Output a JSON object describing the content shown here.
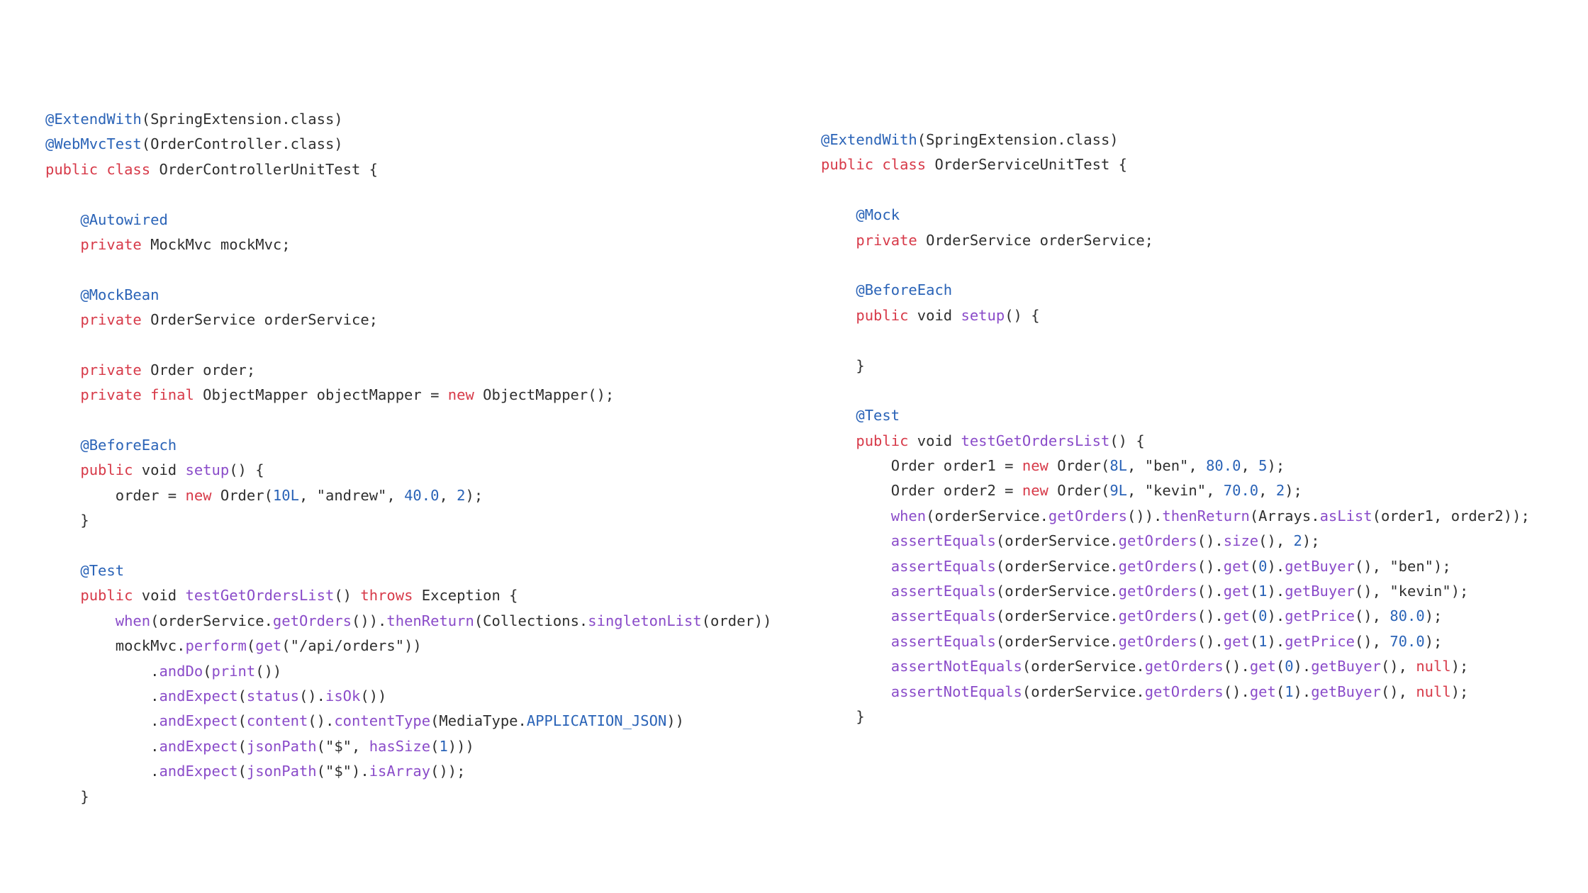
{
  "theme": {
    "background": "#ffffff",
    "plain": "#2f2f2f",
    "annotation": "#2a63b7",
    "keyword": "#d73a49",
    "method": "#8a4bc9",
    "number": "#2a63b7"
  },
  "panels": [
    {
      "id": "panel-left",
      "lines": [
        [
          [
            "annotation",
            "@ExtendWith"
          ],
          [
            "plain",
            "(SpringExtension.class)"
          ]
        ],
        [
          [
            "annotation",
            "@WebMvcTest"
          ],
          [
            "plain",
            "(OrderController.class)"
          ]
        ],
        [
          [
            "keyword",
            "public"
          ],
          [
            "plain",
            " "
          ],
          [
            "keyword",
            "class"
          ],
          [
            "plain",
            " OrderControllerUnitTest {"
          ]
        ],
        [],
        [
          [
            "plain",
            "    "
          ],
          [
            "annotation",
            "@Autowired"
          ]
        ],
        [
          [
            "plain",
            "    "
          ],
          [
            "keyword",
            "private"
          ],
          [
            "plain",
            " MockMvc mockMvc;"
          ]
        ],
        [],
        [
          [
            "plain",
            "    "
          ],
          [
            "annotation",
            "@MockBean"
          ]
        ],
        [
          [
            "plain",
            "    "
          ],
          [
            "keyword",
            "private"
          ],
          [
            "plain",
            " OrderService orderService;"
          ]
        ],
        [],
        [
          [
            "plain",
            "    "
          ],
          [
            "keyword",
            "private"
          ],
          [
            "plain",
            " Order order;"
          ]
        ],
        [
          [
            "plain",
            "    "
          ],
          [
            "keyword",
            "private"
          ],
          [
            "plain",
            " "
          ],
          [
            "keyword",
            "final"
          ],
          [
            "plain",
            " ObjectMapper objectMapper = "
          ],
          [
            "keyword",
            "new"
          ],
          [
            "plain",
            " ObjectMapper();"
          ]
        ],
        [],
        [
          [
            "plain",
            "    "
          ],
          [
            "annotation",
            "@BeforeEach"
          ]
        ],
        [
          [
            "plain",
            "    "
          ],
          [
            "keyword",
            "public"
          ],
          [
            "plain",
            " void "
          ],
          [
            "method",
            "setup"
          ],
          [
            "plain",
            "() {"
          ]
        ],
        [
          [
            "plain",
            "        order = "
          ],
          [
            "keyword",
            "new"
          ],
          [
            "plain",
            " Order("
          ],
          [
            "number",
            "10L"
          ],
          [
            "plain",
            ", "
          ],
          [
            "string",
            "\"andrew\""
          ],
          [
            "plain",
            ", "
          ],
          [
            "number",
            "40.0"
          ],
          [
            "plain",
            ", "
          ],
          [
            "number",
            "2"
          ],
          [
            "plain",
            ");"
          ]
        ],
        [
          [
            "plain",
            "    }"
          ]
        ],
        [],
        [
          [
            "plain",
            "    "
          ],
          [
            "annotation",
            "@Test"
          ]
        ],
        [
          [
            "plain",
            "    "
          ],
          [
            "keyword",
            "public"
          ],
          [
            "plain",
            " void "
          ],
          [
            "method",
            "testGetOrdersList"
          ],
          [
            "plain",
            "() "
          ],
          [
            "keyword",
            "throws"
          ],
          [
            "plain",
            " Exception {"
          ]
        ],
        [
          [
            "plain",
            "        "
          ],
          [
            "method",
            "when"
          ],
          [
            "plain",
            "(orderService."
          ],
          [
            "method",
            "getOrders"
          ],
          [
            "plain",
            "())."
          ],
          [
            "method",
            "thenReturn"
          ],
          [
            "plain",
            "(Collections."
          ],
          [
            "method",
            "singletonList"
          ],
          [
            "plain",
            "(order))"
          ]
        ],
        [
          [
            "plain",
            "        mockMvc."
          ],
          [
            "method",
            "perform"
          ],
          [
            "plain",
            "("
          ],
          [
            "method",
            "get"
          ],
          [
            "plain",
            "("
          ],
          [
            "string",
            "\"/api/orders\""
          ],
          [
            "plain",
            "))"
          ]
        ],
        [
          [
            "plain",
            "            ."
          ],
          [
            "method",
            "andDo"
          ],
          [
            "plain",
            "("
          ],
          [
            "method",
            "print"
          ],
          [
            "plain",
            "())"
          ]
        ],
        [
          [
            "plain",
            "            ."
          ],
          [
            "method",
            "andExpect"
          ],
          [
            "plain",
            "("
          ],
          [
            "method",
            "status"
          ],
          [
            "plain",
            "()."
          ],
          [
            "method",
            "isOk"
          ],
          [
            "plain",
            "())"
          ]
        ],
        [
          [
            "plain",
            "            ."
          ],
          [
            "method",
            "andExpect"
          ],
          [
            "plain",
            "("
          ],
          [
            "method",
            "content"
          ],
          [
            "plain",
            "()."
          ],
          [
            "method",
            "contentType"
          ],
          [
            "plain",
            "(MediaType."
          ],
          [
            "constant",
            "APPLICATION_JSON"
          ],
          [
            "plain",
            "))"
          ]
        ],
        [
          [
            "plain",
            "            ."
          ],
          [
            "method",
            "andExpect"
          ],
          [
            "plain",
            "("
          ],
          [
            "method",
            "jsonPath"
          ],
          [
            "plain",
            "("
          ],
          [
            "string",
            "\"$\""
          ],
          [
            "plain",
            ", "
          ],
          [
            "method",
            "hasSize"
          ],
          [
            "plain",
            "("
          ],
          [
            "number",
            "1"
          ],
          [
            "plain",
            ")))"
          ]
        ],
        [
          [
            "plain",
            "            ."
          ],
          [
            "method",
            "andExpect"
          ],
          [
            "plain",
            "("
          ],
          [
            "method",
            "jsonPath"
          ],
          [
            "plain",
            "("
          ],
          [
            "string",
            "\"$\""
          ],
          [
            "plain",
            ")."
          ],
          [
            "method",
            "isArray"
          ],
          [
            "plain",
            "());"
          ]
        ],
        [
          [
            "plain",
            "    }"
          ]
        ]
      ]
    },
    {
      "id": "panel-right",
      "lines": [
        [
          [
            "annotation",
            "@ExtendWith"
          ],
          [
            "plain",
            "(SpringExtension.class)"
          ]
        ],
        [
          [
            "keyword",
            "public"
          ],
          [
            "plain",
            " "
          ],
          [
            "keyword",
            "class"
          ],
          [
            "plain",
            " OrderServiceUnitTest {"
          ]
        ],
        [],
        [
          [
            "plain",
            "    "
          ],
          [
            "annotation",
            "@Mock"
          ]
        ],
        [
          [
            "plain",
            "    "
          ],
          [
            "keyword",
            "private"
          ],
          [
            "plain",
            " OrderService orderService;"
          ]
        ],
        [],
        [
          [
            "plain",
            "    "
          ],
          [
            "annotation",
            "@BeforeEach"
          ]
        ],
        [
          [
            "plain",
            "    "
          ],
          [
            "keyword",
            "public"
          ],
          [
            "plain",
            " void "
          ],
          [
            "method",
            "setup"
          ],
          [
            "plain",
            "() {"
          ]
        ],
        [],
        [
          [
            "plain",
            "    }"
          ]
        ],
        [],
        [
          [
            "plain",
            "    "
          ],
          [
            "annotation",
            "@Test"
          ]
        ],
        [
          [
            "plain",
            "    "
          ],
          [
            "keyword",
            "public"
          ],
          [
            "plain",
            " void "
          ],
          [
            "method",
            "testGetOrdersList"
          ],
          [
            "plain",
            "() {"
          ]
        ],
        [
          [
            "plain",
            "        Order order1 = "
          ],
          [
            "keyword",
            "new"
          ],
          [
            "plain",
            " Order("
          ],
          [
            "number",
            "8L"
          ],
          [
            "plain",
            ", "
          ],
          [
            "string",
            "\"ben\""
          ],
          [
            "plain",
            ", "
          ],
          [
            "number",
            "80.0"
          ],
          [
            "plain",
            ", "
          ],
          [
            "number",
            "5"
          ],
          [
            "plain",
            ");"
          ]
        ],
        [
          [
            "plain",
            "        Order order2 = "
          ],
          [
            "keyword",
            "new"
          ],
          [
            "plain",
            " Order("
          ],
          [
            "number",
            "9L"
          ],
          [
            "plain",
            ", "
          ],
          [
            "string",
            "\"kevin\""
          ],
          [
            "plain",
            ", "
          ],
          [
            "number",
            "70.0"
          ],
          [
            "plain",
            ", "
          ],
          [
            "number",
            "2"
          ],
          [
            "plain",
            ");"
          ]
        ],
        [
          [
            "plain",
            "        "
          ],
          [
            "method",
            "when"
          ],
          [
            "plain",
            "(orderService."
          ],
          [
            "method",
            "getOrders"
          ],
          [
            "plain",
            "())."
          ],
          [
            "method",
            "thenReturn"
          ],
          [
            "plain",
            "(Arrays."
          ],
          [
            "method",
            "asList"
          ],
          [
            "plain",
            "(order1, order2));"
          ]
        ],
        [
          [
            "plain",
            "        "
          ],
          [
            "method",
            "assertEquals"
          ],
          [
            "plain",
            "(orderService."
          ],
          [
            "method",
            "getOrders"
          ],
          [
            "plain",
            "()."
          ],
          [
            "method",
            "size"
          ],
          [
            "plain",
            "(), "
          ],
          [
            "number",
            "2"
          ],
          [
            "plain",
            ");"
          ]
        ],
        [
          [
            "plain",
            "        "
          ],
          [
            "method",
            "assertEquals"
          ],
          [
            "plain",
            "(orderService."
          ],
          [
            "method",
            "getOrders"
          ],
          [
            "plain",
            "()."
          ],
          [
            "method",
            "get"
          ],
          [
            "plain",
            "("
          ],
          [
            "number",
            "0"
          ],
          [
            "plain",
            ")."
          ],
          [
            "method",
            "getBuyer"
          ],
          [
            "plain",
            "(), "
          ],
          [
            "string",
            "\"ben\""
          ],
          [
            "plain",
            ");"
          ]
        ],
        [
          [
            "plain",
            "        "
          ],
          [
            "method",
            "assertEquals"
          ],
          [
            "plain",
            "(orderService."
          ],
          [
            "method",
            "getOrders"
          ],
          [
            "plain",
            "()."
          ],
          [
            "method",
            "get"
          ],
          [
            "plain",
            "("
          ],
          [
            "number",
            "1"
          ],
          [
            "plain",
            ")."
          ],
          [
            "method",
            "getBuyer"
          ],
          [
            "plain",
            "(), "
          ],
          [
            "string",
            "\"kevin\""
          ],
          [
            "plain",
            ");"
          ]
        ],
        [
          [
            "plain",
            "        "
          ],
          [
            "method",
            "assertEquals"
          ],
          [
            "plain",
            "(orderService."
          ],
          [
            "method",
            "getOrders"
          ],
          [
            "plain",
            "()."
          ],
          [
            "method",
            "get"
          ],
          [
            "plain",
            "("
          ],
          [
            "number",
            "0"
          ],
          [
            "plain",
            ")."
          ],
          [
            "method",
            "getPrice"
          ],
          [
            "plain",
            "(), "
          ],
          [
            "number",
            "80.0"
          ],
          [
            "plain",
            ");"
          ]
        ],
        [
          [
            "plain",
            "        "
          ],
          [
            "method",
            "assertEquals"
          ],
          [
            "plain",
            "(orderService."
          ],
          [
            "method",
            "getOrders"
          ],
          [
            "plain",
            "()."
          ],
          [
            "method",
            "get"
          ],
          [
            "plain",
            "("
          ],
          [
            "number",
            "1"
          ],
          [
            "plain",
            ")."
          ],
          [
            "method",
            "getPrice"
          ],
          [
            "plain",
            "(), "
          ],
          [
            "number",
            "70.0"
          ],
          [
            "plain",
            ");"
          ]
        ],
        [
          [
            "plain",
            "        "
          ],
          [
            "method",
            "assertNotEquals"
          ],
          [
            "plain",
            "(orderService."
          ],
          [
            "method",
            "getOrders"
          ],
          [
            "plain",
            "()."
          ],
          [
            "method",
            "get"
          ],
          [
            "plain",
            "("
          ],
          [
            "number",
            "0"
          ],
          [
            "plain",
            ")."
          ],
          [
            "method",
            "getBuyer"
          ],
          [
            "plain",
            "(), "
          ],
          [
            "keyword",
            "null"
          ],
          [
            "plain",
            ");"
          ]
        ],
        [
          [
            "plain",
            "        "
          ],
          [
            "method",
            "assertNotEquals"
          ],
          [
            "plain",
            "(orderService."
          ],
          [
            "method",
            "getOrders"
          ],
          [
            "plain",
            "()."
          ],
          [
            "method",
            "get"
          ],
          [
            "plain",
            "("
          ],
          [
            "number",
            "1"
          ],
          [
            "plain",
            ")."
          ],
          [
            "method",
            "getBuyer"
          ],
          [
            "plain",
            "(), "
          ],
          [
            "keyword",
            "null"
          ],
          [
            "plain",
            ");"
          ]
        ],
        [
          [
            "plain",
            "    }"
          ]
        ]
      ]
    }
  ]
}
